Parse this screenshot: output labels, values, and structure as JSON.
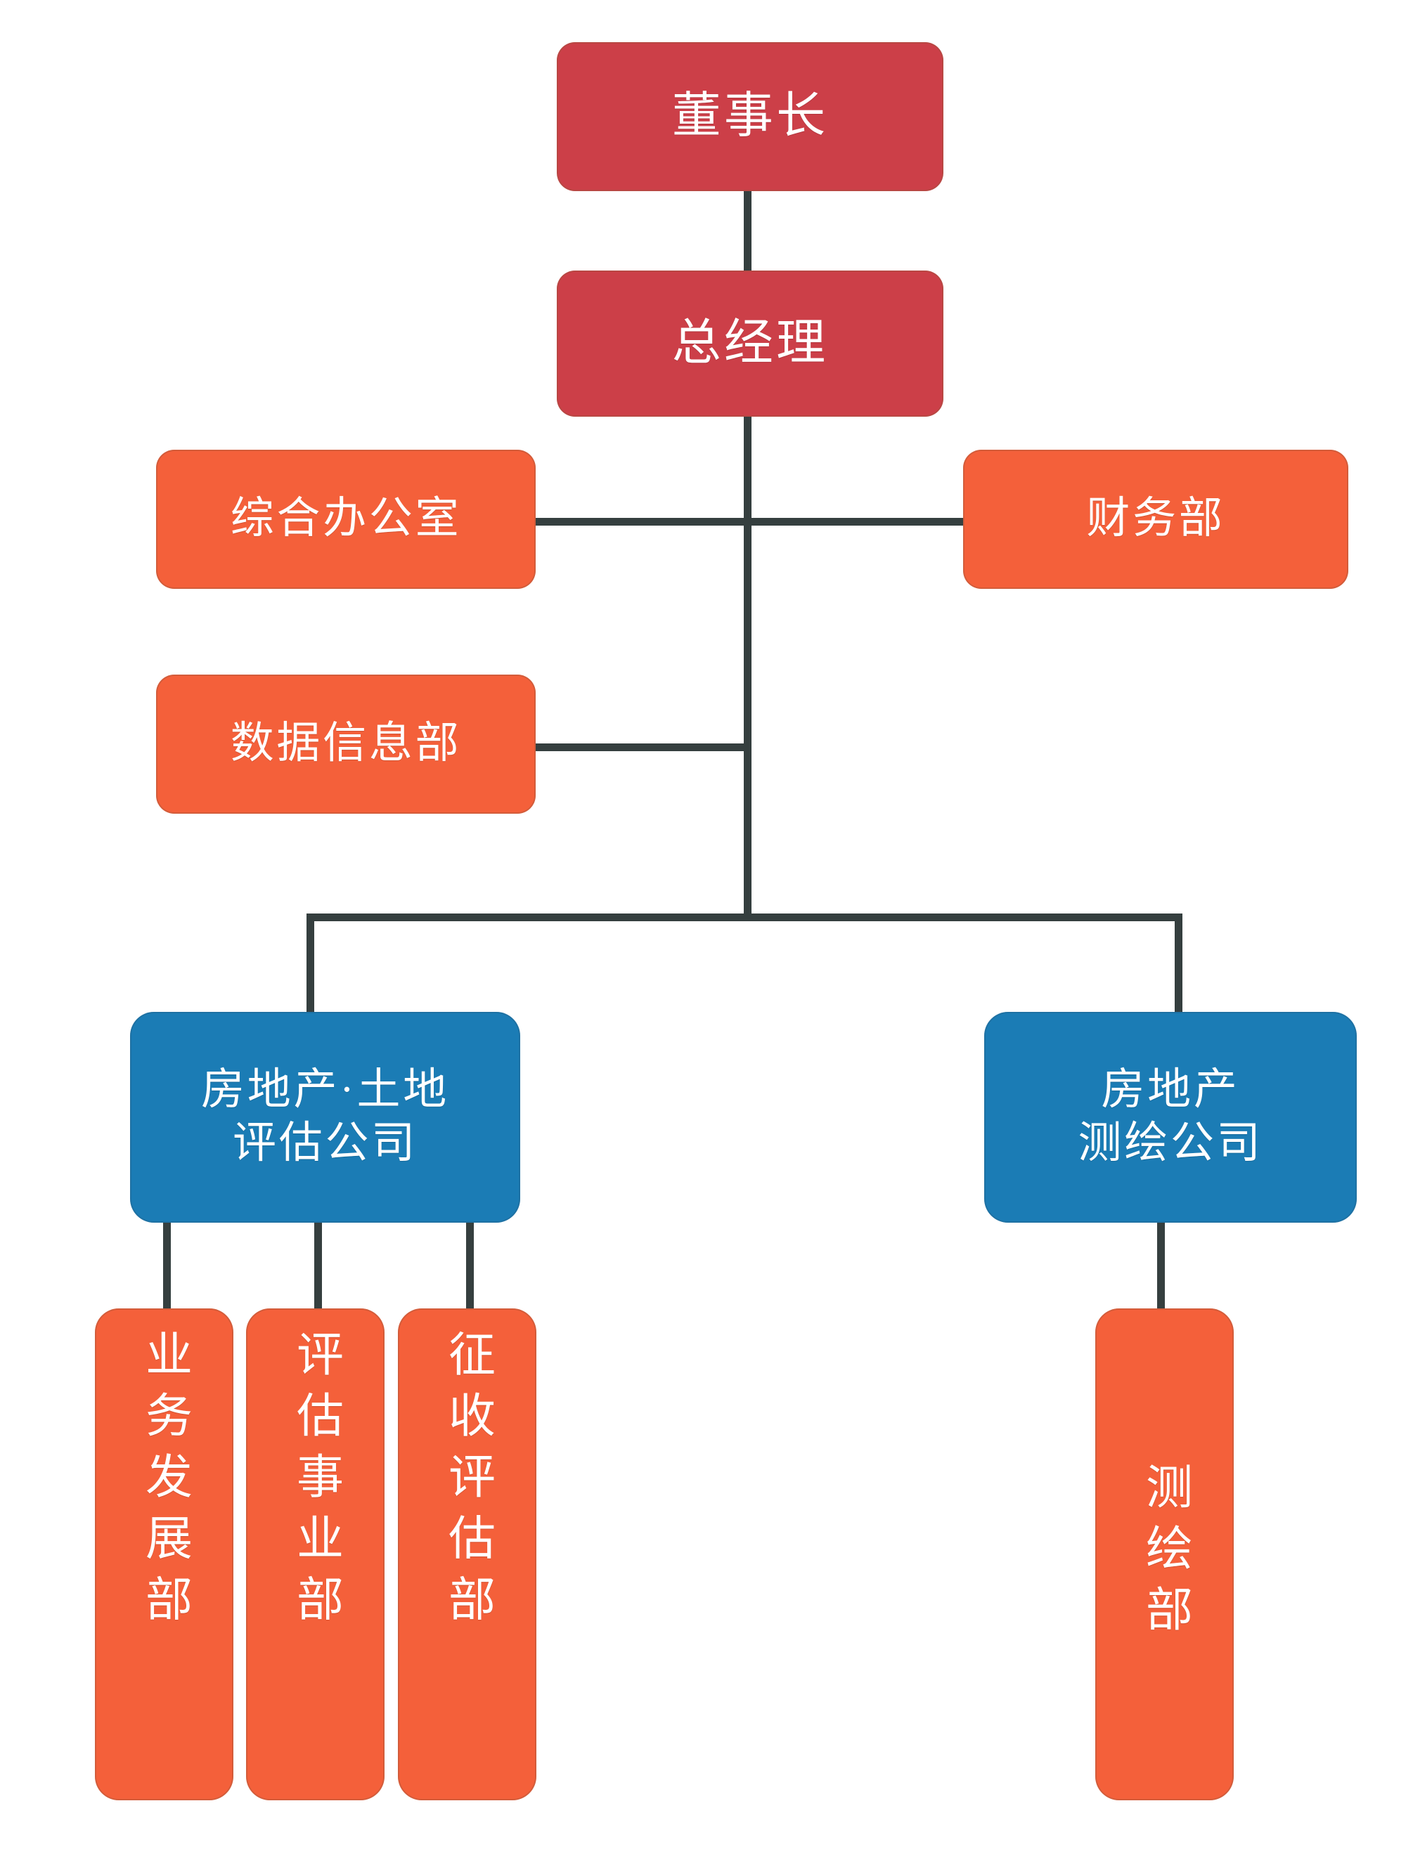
{
  "chart": {
    "title_text_present": false,
    "type": "organization-chart",
    "colors": {
      "executive": "#cc3f48",
      "department": "#f4603a",
      "subsidiary": "#1b7cb5",
      "connector": "#353f3f",
      "background": "#ffffff",
      "text": "#ffffff"
    },
    "nodes": {
      "chairman": {
        "label": "董事长",
        "level": "executive",
        "orientation": "horizontal"
      },
      "general_manager": {
        "label": "总经理",
        "level": "executive",
        "orientation": "horizontal"
      },
      "general_office": {
        "label": "综合办公室",
        "level": "department",
        "orientation": "horizontal"
      },
      "finance_dept": {
        "label": "财务部",
        "level": "department",
        "orientation": "horizontal"
      },
      "data_info_dept": {
        "label": "数据信息部",
        "level": "department",
        "orientation": "horizontal"
      },
      "appraisal_company": {
        "label": "房地产·土地\n评估公司",
        "level": "subsidiary",
        "orientation": "horizontal"
      },
      "surveying_company": {
        "label": "房地产\n测绘公司",
        "level": "subsidiary",
        "orientation": "horizontal"
      },
      "business_dev_dept": {
        "label": "业务发展部",
        "level": "department",
        "orientation": "vertical"
      },
      "appraisal_business_dept": {
        "label": "评估事业部",
        "level": "department",
        "orientation": "vertical"
      },
      "acquisition_appraisal_dept": {
        "label": "征收评估部",
        "level": "department",
        "orientation": "vertical"
      },
      "surveying_dept": {
        "label": "测绘部",
        "level": "department",
        "orientation": "vertical"
      }
    }
  }
}
